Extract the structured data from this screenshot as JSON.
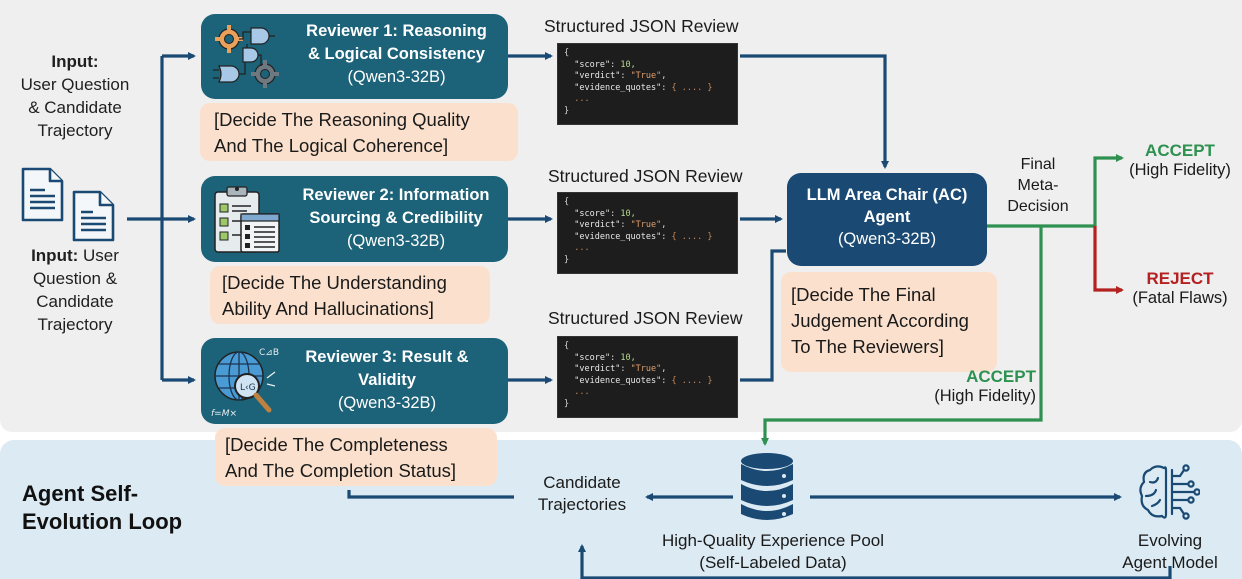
{
  "input_top": {
    "bold": "Input:",
    "lines": [
      "User Question",
      "& Candidate",
      "Trajectory"
    ]
  },
  "input_bottom": {
    "bold": "Input:",
    "rest": " User",
    "lines": [
      "Question &",
      "Candidate",
      "Trajectory"
    ]
  },
  "reviewers": [
    {
      "title_lines": [
        "Reviewer 1: Reasoning",
        "& Logical Consistency"
      ],
      "model": "(Qwen3-32B)",
      "note_lines": [
        "[Decide The Reasoning Quality",
        "And The Logical Coherence]"
      ],
      "icon": "logic-gears-icon"
    },
    {
      "title_lines": [
        "Reviewer 2: Information",
        "Sourcing & Credibility"
      ],
      "model": "(Qwen3-32B)",
      "note_lines": [
        "[Decide The Understanding",
        "Ability And Hallucinations]"
      ],
      "icon": "clipboard-checklist-icon"
    },
    {
      "title_lines": [
        "Reviewer 3: Result &",
        "Validity"
      ],
      "model": "(Qwen3-32B)",
      "note_lines": [
        "[Decide The Completeness",
        "And The Completion Status]"
      ],
      "icon": "globe-magnifier-icon"
    }
  ],
  "json_review": {
    "title": "Structured JSON Review",
    "open": "{",
    "score_key": "\"score\"",
    "score_val": "10,",
    "verdict_key": "\"verdict\"",
    "verdict_val": "\"True\"",
    "evidence_key": "\"evidence_quotes\"",
    "evidence_val": "{ .... }",
    "ellipsis": "...",
    "close": "}"
  },
  "ac": {
    "title_lines": [
      "LLM Area Chair (AC)",
      "Agent"
    ],
    "model": "(Qwen3-32B)",
    "note_lines": [
      "[Decide The Final",
      "Judgement According",
      "To The Reviewers]"
    ]
  },
  "decision": {
    "lines": [
      "Final",
      "Meta-",
      "Decision"
    ]
  },
  "outcomes": {
    "accept": "ACCEPT",
    "accept_sub": "(High Fidelity)",
    "reject": "REJECT",
    "reject_sub": "(Fatal Flaws)",
    "accept2": "ACCEPT",
    "accept2_sub": "(High Fidelity)"
  },
  "loop": {
    "title_lines": [
      "Agent Self-",
      "Evolution Loop"
    ],
    "candidate_lines": [
      "Candidate",
      "Trajectories"
    ],
    "pool_lines": [
      "High-Quality Experience Pool",
      "(Self-Labeled Data)"
    ],
    "model_lines": [
      "Evolving",
      "Agent Model"
    ]
  },
  "colors": {
    "navy": "#1a4a73",
    "teal": "#1c6278",
    "green": "#2e9150",
    "red": "#b52020",
    "note": "#fbe1cd"
  }
}
